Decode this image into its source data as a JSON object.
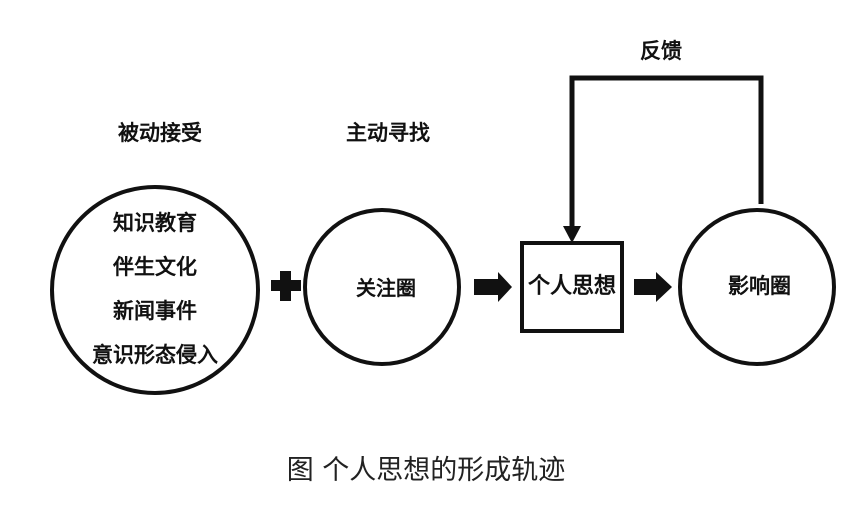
{
  "diagram": {
    "passive_header": "被动接受",
    "passive_items": [
      "知识教育",
      "伴生文化",
      "新闻事件",
      "意识形态侵入"
    ],
    "active_header": "主动寻找",
    "circle_of_concern": "关注圈",
    "personal_thought": "个人思想",
    "circle_of_influence": "影响圈",
    "feedback": "反馈",
    "caption": "图  个人思想的形成轨迹"
  },
  "colors": {
    "ink": "#111111",
    "background": "#ffffff"
  }
}
